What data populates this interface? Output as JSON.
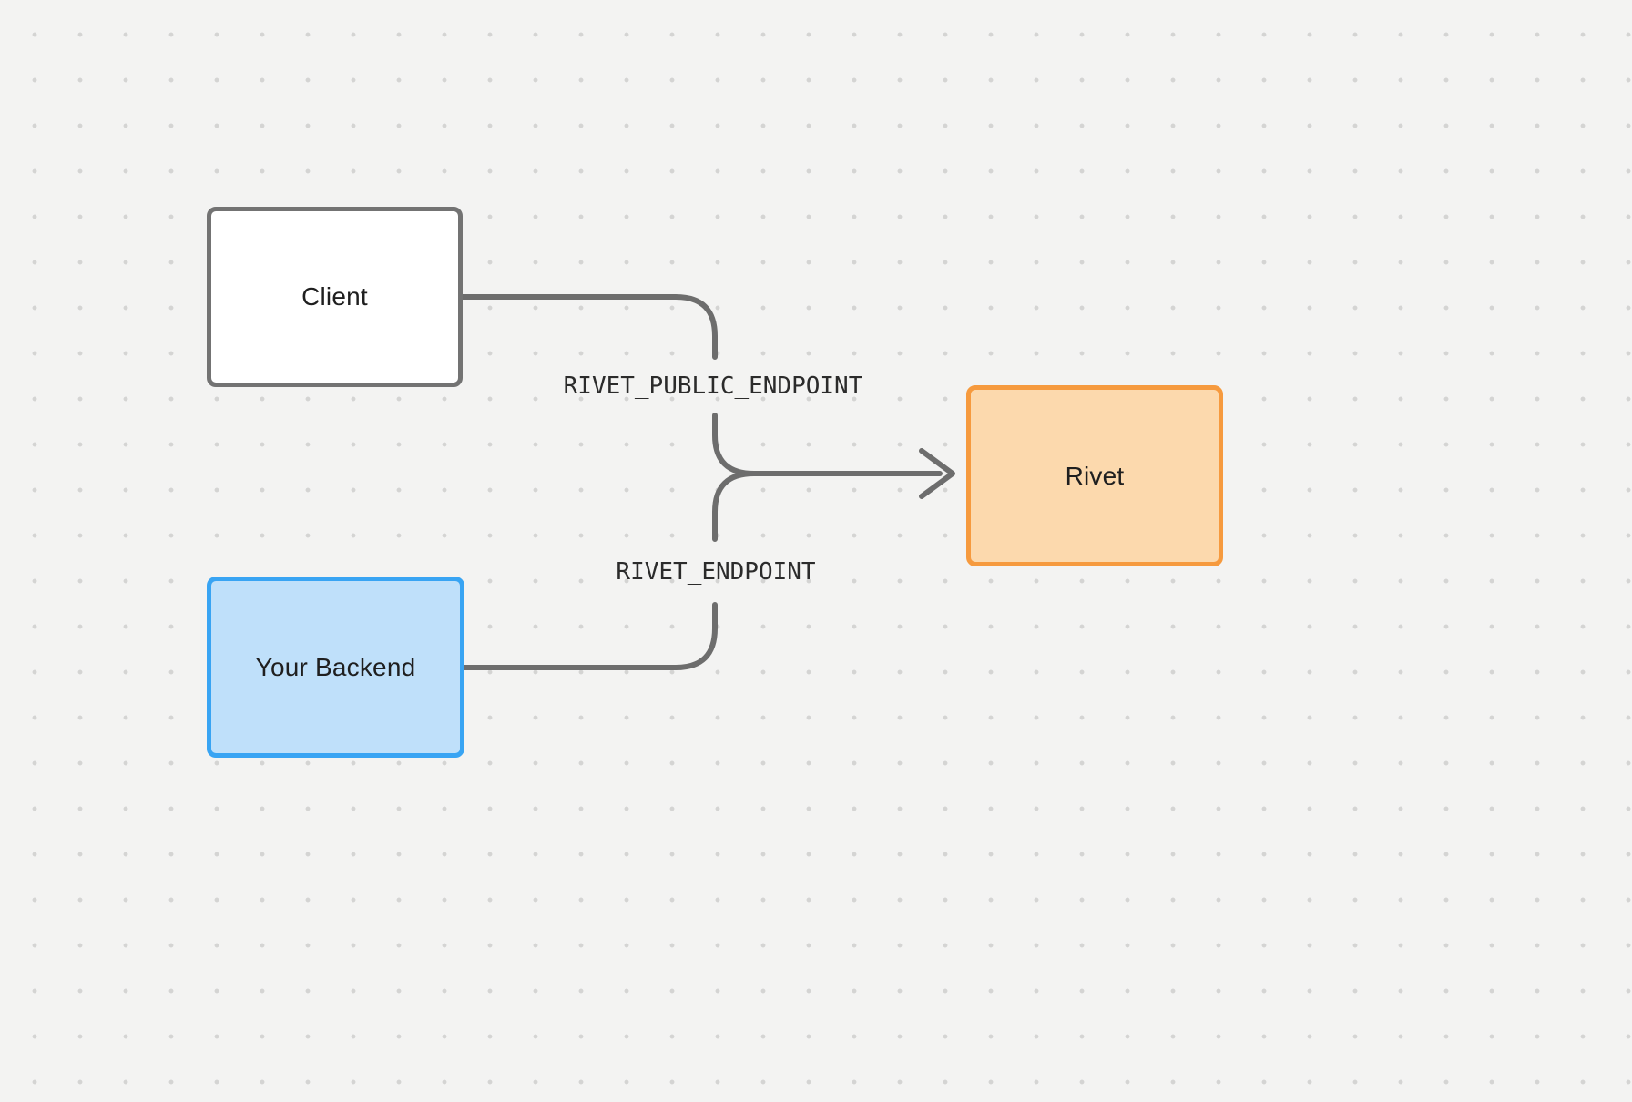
{
  "diagram": {
    "nodes": {
      "client": {
        "label": "Client",
        "fill": "#ffffff",
        "border": "#737373"
      },
      "backend": {
        "label": "Your Backend",
        "fill": "#bfe0fa",
        "border": "#38a4f3"
      },
      "rivet": {
        "label": "Rivet",
        "fill": "#fcd9ad",
        "border": "#f69a3e"
      }
    },
    "edges": {
      "client_to_rivet": {
        "label": "RIVET_PUBLIC_ENDPOINT"
      },
      "backend_to_rivet": {
        "label": "RIVET_ENDPOINT"
      }
    },
    "colors": {
      "background": "#f3f3f2",
      "grid_dot": "#d4d4d3",
      "connector": "#6d6d6d",
      "text": "#1f1f1f"
    }
  }
}
